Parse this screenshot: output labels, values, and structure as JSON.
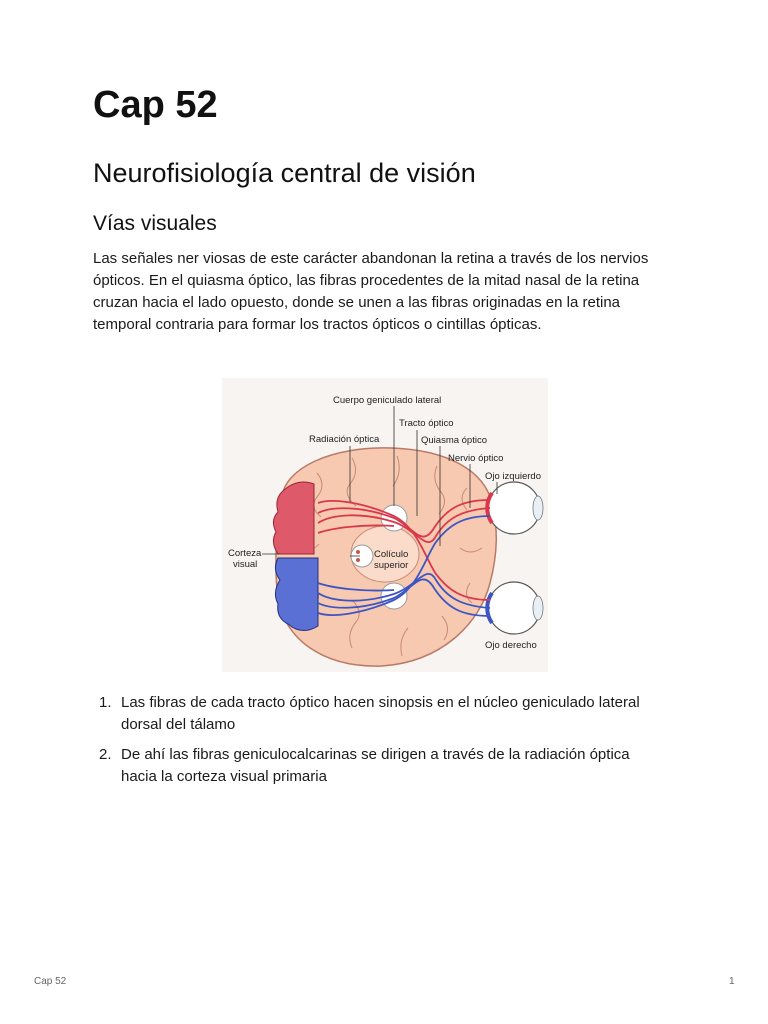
{
  "document": {
    "title": "Cap 52",
    "subtitle": "Neurofisiología central de visión",
    "section_heading": "Vías visuales",
    "paragraph": "Las señales ner viosas de este carácter abandonan la retina a través de los nervios ópticos. En el quiasma óptico, las fibras procedentes de la mitad nasal de la retina cruzan hacia el lado opuesto, donde se unen a las fibras originadas en la retina temporal contraria para formar los tractos ópticos o cintillas ópticas.",
    "list": [
      {
        "number": "1.",
        "text": "Las fibras de cada tracto óptico hacen sinopsis en el núcleo geniculado lateral dorsal del tálamo"
      },
      {
        "number": "2.",
        "text": "De ahí las fibras geniculocalcarinas se dirigen a través de la radiación óptica hacia la corteza visual primaria"
      }
    ]
  },
  "figure": {
    "labels": {
      "cuerpo_geniculado": "Cuerpo geniculado lateral",
      "tracto_optico": "Tracto óptico",
      "radiacion_optica": "Radiación óptica",
      "quiasma_optico": "Quiasma óptico",
      "nervio_optico": "Nervio óptico",
      "ojo_izquierdo": "Ojo izquierdo",
      "corteza_visual_1": "Corteza",
      "corteza_visual_2": "visual",
      "coliculo_1": "Colículo",
      "coliculo_2": "superior",
      "ojo_derecho": "Ojo derecho"
    },
    "colors": {
      "brain": "#f6c9b0",
      "brain_outline": "#b97a66",
      "left_pathway": "#d9384a",
      "right_pathway": "#3d55c4",
      "left_cortex": "#de5a6a",
      "right_cortex": "#5b70d4"
    }
  },
  "footer": {
    "left": "Cap 52",
    "right": "1"
  }
}
